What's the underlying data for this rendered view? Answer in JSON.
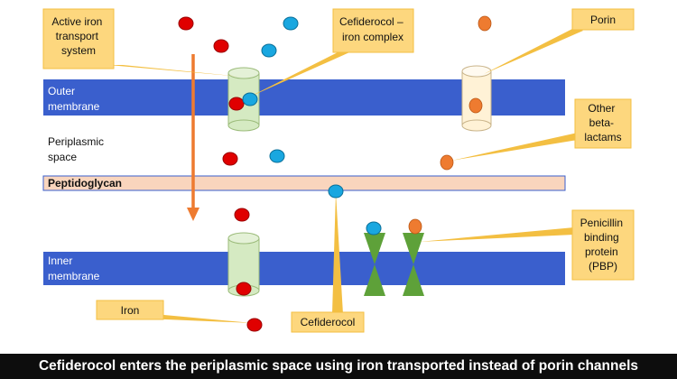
{
  "labels": {
    "active_iron_transport": [
      "Active iron",
      "transport",
      "system"
    ],
    "cefiderocol_iron_complex": [
      "Cefiderocol –",
      "iron complex"
    ],
    "porin": "Porin",
    "outer_membrane": [
      "Outer",
      "membrane"
    ],
    "periplasmic_space": [
      "Periplasmic",
      "space"
    ],
    "other_beta_lactams": [
      "Other",
      "beta-",
      "lactams"
    ],
    "peptidoglycan": "Peptidoglycan",
    "penicillin_binding_protein": [
      "Penicillin",
      "binding",
      "protein",
      "(PBP)"
    ],
    "inner_membrane": [
      "Inner",
      "membrane"
    ],
    "iron": "Iron",
    "cefiderocol": "Cefiderocol"
  },
  "caption": "Cefiderocol enters the periplasmic space using iron transported instead of porin channels",
  "colors": {
    "membrane": "#3a5fcd",
    "peptidoglycan": "#f9d5bd",
    "callout_fill": "#fdd77e",
    "callout_border": "#f3bf42",
    "iron": "#e00000",
    "cefiderocol": "#19a7e0",
    "beta_lactam": "#ee7b30",
    "transporter": "#d5eac2",
    "porin": "#fff2d6",
    "pbp": "#5ea139",
    "arrow": "#ee7b30"
  },
  "icons": {
    "iron_molecule": "red-circle",
    "cefiderocol_molecule": "blue-circle",
    "beta_lactam_molecule": "orange-circle",
    "transporter": "cylinder",
    "pbp": "hourglass"
  }
}
